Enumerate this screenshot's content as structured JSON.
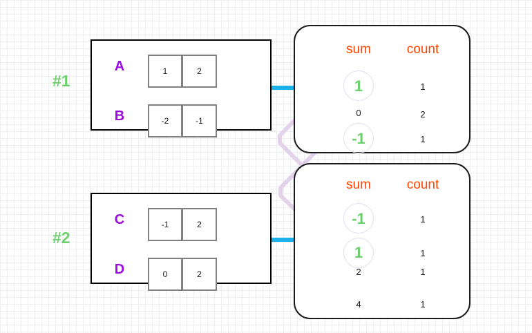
{
  "diagram": {
    "title": "shuffle-aggregation-diagram",
    "colors": {
      "group_label": "#6ecf6e",
      "row_label": "#9b0bdd",
      "column_header": "#ff4500",
      "highlight_value": "#6ecf6e",
      "arrow": "#1ab0e8",
      "link_line": "#e3d3ea",
      "cell_border": "#808080",
      "panel_border": "#1a1a1a"
    },
    "inputs": [
      {
        "group_label": "#1",
        "rows": [
          {
            "name": "A",
            "cells": [
              "1",
              "2"
            ]
          },
          {
            "name": "B",
            "cells": [
              "-2",
              "-1"
            ]
          }
        ]
      },
      {
        "group_label": "#2",
        "rows": [
          {
            "name": "C",
            "cells": [
              "-1",
              "2"
            ]
          },
          {
            "name": "D",
            "cells": [
              "0",
              "2"
            ]
          }
        ]
      }
    ],
    "panels": [
      {
        "headers": {
          "sum": "sum",
          "count": "count"
        },
        "rows": [
          {
            "sum": "1",
            "count": "1",
            "highlight": true
          },
          {
            "sum": "0",
            "count": "2",
            "highlight": false
          },
          {
            "sum": "-1",
            "count": "1",
            "highlight": true
          }
        ]
      },
      {
        "headers": {
          "sum": "sum",
          "count": "count"
        },
        "rows": [
          {
            "sum": "-1",
            "count": "1",
            "highlight": true
          },
          {
            "sum": "1",
            "count": "1",
            "highlight": true
          },
          {
            "sum": "2",
            "count": "1",
            "highlight": false
          },
          {
            "sum": "4",
            "count": "1",
            "highlight": false
          }
        ]
      }
    ],
    "arrows": [
      {
        "name": "arrow-partition-1-to-panel-1"
      },
      {
        "name": "arrow-partition-2-to-panel-2"
      }
    ],
    "links": [
      {
        "name": "link-top-1-to-bottom-1"
      },
      {
        "name": "link-top-minus1-to-bottom-minus1"
      }
    ]
  }
}
